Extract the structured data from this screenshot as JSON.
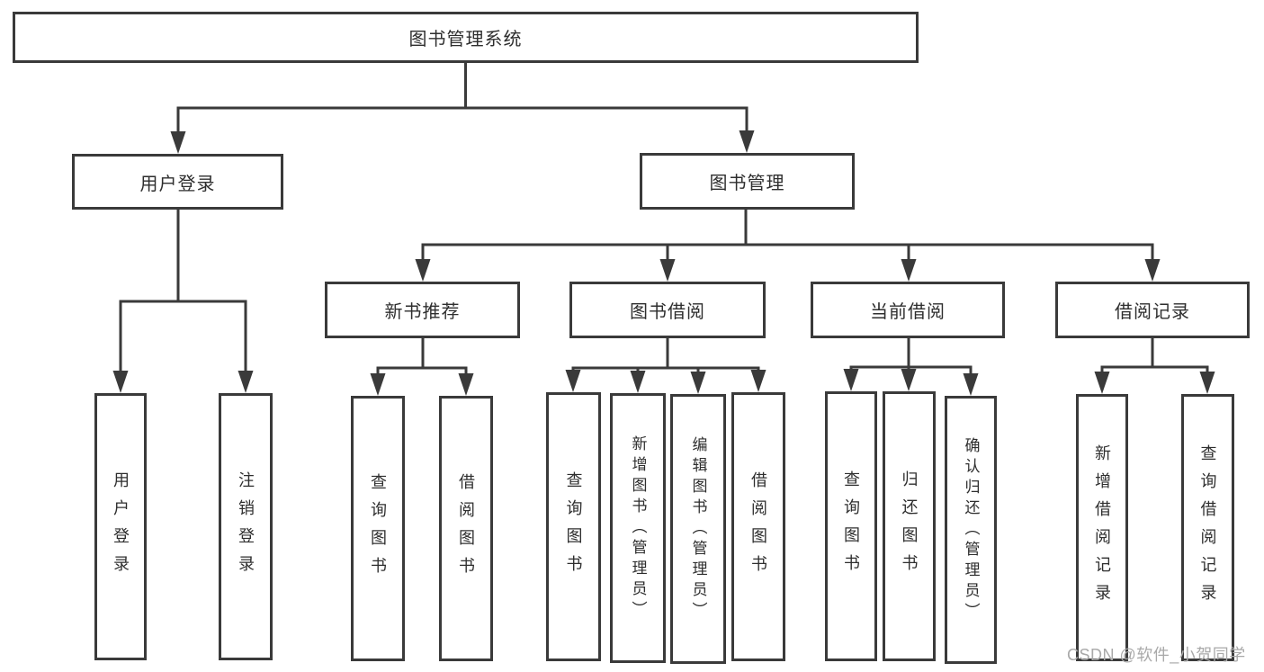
{
  "diagram": {
    "title": "图书管理系统",
    "colors": {
      "background": "#ffffff",
      "line": "#3a3a3a",
      "box_border": "#3a3a3a",
      "text": "#2e2e2e",
      "watermark": "#a9a9a9"
    },
    "nodes": {
      "root": "图书管理系统",
      "user_login": "用户登录",
      "book_mgmt": "图书管理",
      "new_book_rec": "新书推荐",
      "book_borrow": "图书借阅",
      "current_borrow": "当前借阅",
      "borrow_records": "借阅记录",
      "ul_user_login": "用户登录",
      "ul_logout": "注销登录",
      "nb_query_books": "查询图书",
      "nb_borrow_books": "借阅图书",
      "bb_query_books": "查询图书",
      "bb_add_books": "新增图书（管理员）",
      "bb_edit_books": "编辑图书（管理员）",
      "bb_borrow_books": "借阅图书",
      "cb_query_books": "查询图书",
      "cb_return_books": "归还图书",
      "cb_confirm_return": "确认归还（管理员）",
      "br_add_record": "新增借阅记录",
      "br_query_record": "查询借阅记录"
    },
    "hierarchy": {
      "root": [
        "user_login",
        "book_mgmt"
      ],
      "user_login": [
        "ul_user_login",
        "ul_logout"
      ],
      "book_mgmt": [
        "new_book_rec",
        "book_borrow",
        "current_borrow",
        "borrow_records"
      ],
      "new_book_rec": [
        "nb_query_books",
        "nb_borrow_books"
      ],
      "book_borrow": [
        "bb_query_books",
        "bb_add_books",
        "bb_edit_books",
        "bb_borrow_books"
      ],
      "current_borrow": [
        "cb_query_books",
        "cb_return_books",
        "cb_confirm_return"
      ],
      "borrow_records": [
        "br_add_record",
        "br_query_record"
      ]
    }
  },
  "watermark": {
    "text": "CSDN @软件_小贺同学"
  }
}
